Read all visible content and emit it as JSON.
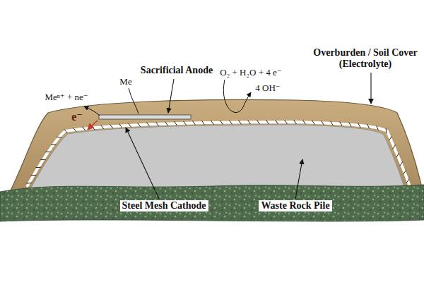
{
  "diagram": {
    "labels": [
      "Sacrificial Anode",
      "Overburden / Soil Cover (Electrolyte)",
      "Me",
      "Meⁿ⁺ + ne⁻",
      "O₂ + H₂O + 4 e⁻",
      "4 OH⁻",
      "e⁻",
      "Steel Mesh Cathode",
      "Waste Rock Pile"
    ]
  }
}
